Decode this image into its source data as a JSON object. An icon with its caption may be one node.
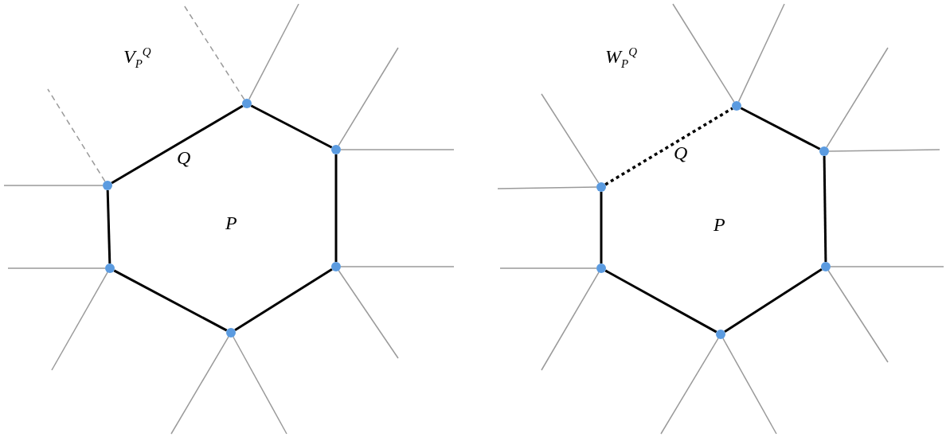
{
  "diagram": {
    "nodes": [
      {
        "text": [],
        "shape": "circle"
      },
      {
        "text": [],
        "shape": "circle"
      },
      {
        "text": [],
        "shape": "circle"
      },
      {
        "text": [],
        "shape": "circle"
      },
      {
        "text": [],
        "shape": "circle"
      },
      {
        "text": [],
        "shape": "circle"
      },
      {
        "text": [],
        "shape": "circle"
      },
      {
        "text": [],
        "shape": "circle"
      },
      {
        "text": [],
        "shape": "circle"
      },
      {
        "text": [],
        "shape": "circle"
      },
      {
        "text": [],
        "shape": "circle"
      },
      {
        "text": [],
        "shape": "circle"
      }
    ],
    "edges": [
      {
        "from": 0,
        "to": 1,
        "arrow": "none",
        "color": "#000000"
      },
      {
        "from": 1,
        "to": 2,
        "arrow": "none",
        "color": "#000000"
      },
      {
        "from": 2,
        "to": 3,
        "arrow": "none",
        "color": "#000000"
      },
      {
        "from": 3,
        "to": 4,
        "arrow": "none",
        "color": "#000000"
      },
      {
        "from": 4,
        "to": 5,
        "arrow": "none",
        "color": "#000000"
      },
      {
        "from": 5,
        "to": 0,
        "arrow": "none",
        "color": "#000000"
      },
      {
        "from": 0,
        "to": null,
        "arrow": "none"
      },
      {
        "from": 0,
        "to": null,
        "arrow": "none",
        "style": "dashed"
      },
      {
        "from": 1,
        "to": null,
        "arrow": "none",
        "style": "dashed"
      },
      {
        "from": 1,
        "to": null,
        "arrow": "none"
      },
      {
        "from": 2,
        "to": null,
        "arrow": "none"
      },
      {
        "from": 2,
        "to": null,
        "arrow": "none"
      },
      {
        "from": 3,
        "to": null,
        "arrow": "none"
      },
      {
        "from": 3,
        "to": null,
        "arrow": "none"
      },
      {
        "from": 4,
        "to": null,
        "arrow": "none"
      },
      {
        "from": 4,
        "to": null,
        "arrow": "none"
      },
      {
        "from": 5,
        "to": null,
        "arrow": "none"
      },
      {
        "from": 5,
        "to": null,
        "arrow": "none"
      },
      {
        "from": 6,
        "to": 7,
        "arrow": "none",
        "style": "dashed",
        "color": "#000000"
      },
      {
        "from": 7,
        "to": 8,
        "arrow": "none",
        "color": "#000000"
      },
      {
        "from": 8,
        "to": 9,
        "arrow": "none",
        "color": "#000000"
      },
      {
        "from": 9,
        "to": 10,
        "arrow": "none",
        "color": "#000000"
      },
      {
        "from": 10,
        "to": 11,
        "arrow": "none",
        "color": "#000000"
      },
      {
        "from": 11,
        "to": 6,
        "arrow": "none",
        "color": "#000000"
      },
      {
        "from": 6,
        "to": null,
        "arrow": "none"
      },
      {
        "from": 6,
        "to": null,
        "arrow": "none"
      },
      {
        "from": 7,
        "to": null,
        "arrow": "none"
      },
      {
        "from": 7,
        "to": null,
        "arrow": "none"
      },
      {
        "from": 8,
        "to": null,
        "arrow": "none"
      },
      {
        "from": 8,
        "to": null,
        "arrow": "none"
      },
      {
        "from": 9,
        "to": null,
        "arrow": "none"
      },
      {
        "from": 9,
        "to": null,
        "arrow": "none"
      },
      {
        "from": 10,
        "to": null,
        "arrow": "none"
      },
      {
        "from": 10,
        "to": null,
        "arrow": "none"
      },
      {
        "from": 11,
        "to": null,
        "arrow": "none"
      },
      {
        "from": 11,
        "to": null,
        "arrow": "none"
      }
    ],
    "labels": [
      "V$_{P}$$^{Q}$",
      "Q",
      "P",
      "W$_{P}$$^{Q}$",
      "Q",
      "P"
    ]
  }
}
